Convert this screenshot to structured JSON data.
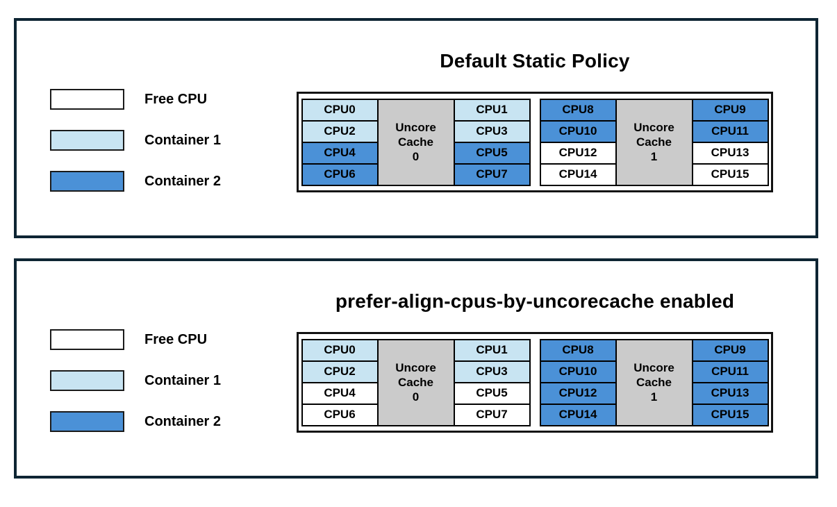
{
  "colors": {
    "free": "#ffffff",
    "container1": "#c8e4f2",
    "container2": "#4b91d7",
    "cache": "#cbcbcb",
    "panel_border": "#0e2533",
    "text": "#000000"
  },
  "legend": {
    "items": [
      {
        "label": "Free CPU",
        "state": "free"
      },
      {
        "label": "Container 1",
        "state": "container1"
      },
      {
        "label": "Container 2",
        "state": "container2"
      }
    ]
  },
  "panels": [
    {
      "title": "Default Static Policy",
      "caches": [
        {
          "name": "Uncore Cache 0",
          "label_lines": [
            "Uncore",
            "Cache",
            "0"
          ],
          "left_cpus": [
            {
              "label": "CPU0",
              "state": "container1"
            },
            {
              "label": "CPU2",
              "state": "container1"
            },
            {
              "label": "CPU4",
              "state": "container2"
            },
            {
              "label": "CPU6",
              "state": "container2"
            }
          ],
          "right_cpus": [
            {
              "label": "CPU1",
              "state": "container1"
            },
            {
              "label": "CPU3",
              "state": "container1"
            },
            {
              "label": "CPU5",
              "state": "container2"
            },
            {
              "label": "CPU7",
              "state": "container2"
            }
          ]
        },
        {
          "name": "Uncore Cache 1",
          "label_lines": [
            "Uncore",
            "Cache",
            "1"
          ],
          "left_cpus": [
            {
              "label": "CPU8",
              "state": "container2"
            },
            {
              "label": "CPU10",
              "state": "container2"
            },
            {
              "label": "CPU12",
              "state": "free"
            },
            {
              "label": "CPU14",
              "state": "free"
            }
          ],
          "right_cpus": [
            {
              "label": "CPU9",
              "state": "container2"
            },
            {
              "label": "CPU11",
              "state": "container2"
            },
            {
              "label": "CPU13",
              "state": "free"
            },
            {
              "label": "CPU15",
              "state": "free"
            }
          ]
        }
      ]
    },
    {
      "title": "prefer-align-cpus-by-uncorecache enabled",
      "caches": [
        {
          "name": "Uncore Cache 0",
          "label_lines": [
            "Uncore",
            "Cache",
            "0"
          ],
          "left_cpus": [
            {
              "label": "CPU0",
              "state": "container1"
            },
            {
              "label": "CPU2",
              "state": "container1"
            },
            {
              "label": "CPU4",
              "state": "free"
            },
            {
              "label": "CPU6",
              "state": "free"
            }
          ],
          "right_cpus": [
            {
              "label": "CPU1",
              "state": "container1"
            },
            {
              "label": "CPU3",
              "state": "container1"
            },
            {
              "label": "CPU5",
              "state": "free"
            },
            {
              "label": "CPU7",
              "state": "free"
            }
          ]
        },
        {
          "name": "Uncore Cache 1",
          "label_lines": [
            "Uncore",
            "Cache",
            "1"
          ],
          "left_cpus": [
            {
              "label": "CPU8",
              "state": "container2"
            },
            {
              "label": "CPU10",
              "state": "container2"
            },
            {
              "label": "CPU12",
              "state": "container2"
            },
            {
              "label": "CPU14",
              "state": "container2"
            }
          ],
          "right_cpus": [
            {
              "label": "CPU9",
              "state": "container2"
            },
            {
              "label": "CPU11",
              "state": "container2"
            },
            {
              "label": "CPU13",
              "state": "container2"
            },
            {
              "label": "CPU15",
              "state": "container2"
            }
          ]
        }
      ]
    }
  ]
}
